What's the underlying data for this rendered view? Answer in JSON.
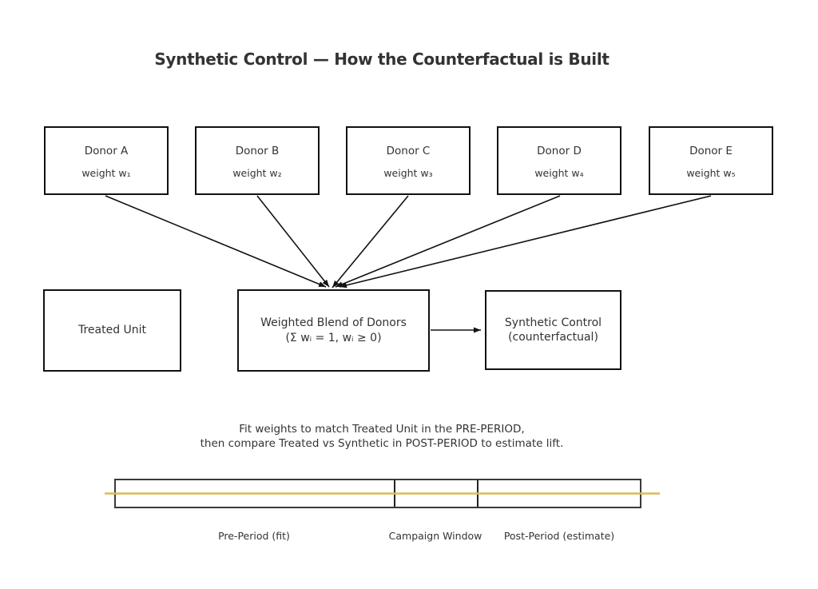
{
  "title": "Synthetic Control — How the Counterfactual is Built",
  "donors": [
    {
      "name": "Donor A",
      "weight": "weight w₁"
    },
    {
      "name": "Donor B",
      "weight": "weight w₂"
    },
    {
      "name": "Donor C",
      "weight": "weight w₃"
    },
    {
      "name": "Donor D",
      "weight": "weight w₄"
    },
    {
      "name": "Donor E",
      "weight": "weight w₅"
    }
  ],
  "nodes": {
    "treated": "Treated Unit",
    "blend_line1": "Weighted Blend of Donors",
    "blend_line2": "(Σ wᵢ = 1, wᵢ ≥ 0)",
    "synthetic_line1": "Synthetic Control",
    "synthetic_line2": "(counterfactual)"
  },
  "explanation": {
    "line1": "Fit weights to match Treated Unit in the PRE-PERIOD,",
    "line2": "then compare Treated vs Synthetic in POST-PERIOD to estimate lift."
  },
  "timeline": {
    "labels": [
      "Pre-Period (fit)",
      "Campaign Window",
      "Post-Period (estimate)"
    ]
  },
  "colors": {
    "background": "#ffffff",
    "text": "#333333",
    "box_border": "#111111",
    "timeline_border": "#3a3a3a",
    "accent_line": "#ddb955",
    "arrow": "#111111"
  }
}
